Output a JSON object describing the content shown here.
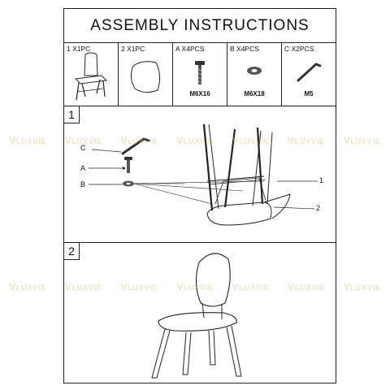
{
  "title": "ASSEMBLY INSTRUCTIONS",
  "parts": [
    {
      "label": "1 X1PC",
      "size": "",
      "icon": "chair-icon"
    },
    {
      "label": "2 X1PC",
      "size": "",
      "icon": "seat-panel-icon"
    },
    {
      "label": "A X4PCS",
      "size": "M6X16",
      "icon": "bolt-icon"
    },
    {
      "label": "B X4PCS",
      "size": "M6X18",
      "icon": "washer-icon"
    },
    {
      "label": "C X2PCS",
      "size": "M5",
      "icon": "allen-key-icon"
    }
  ],
  "steps": [
    {
      "number": "1",
      "callouts": {
        "c": "C",
        "a": "A",
        "b": "B",
        "one": "1",
        "two": "2"
      }
    },
    {
      "number": "2"
    }
  ],
  "watermark": {
    "text": "LUXVIE",
    "glyph": "V",
    "color": "#c9b45a"
  }
}
